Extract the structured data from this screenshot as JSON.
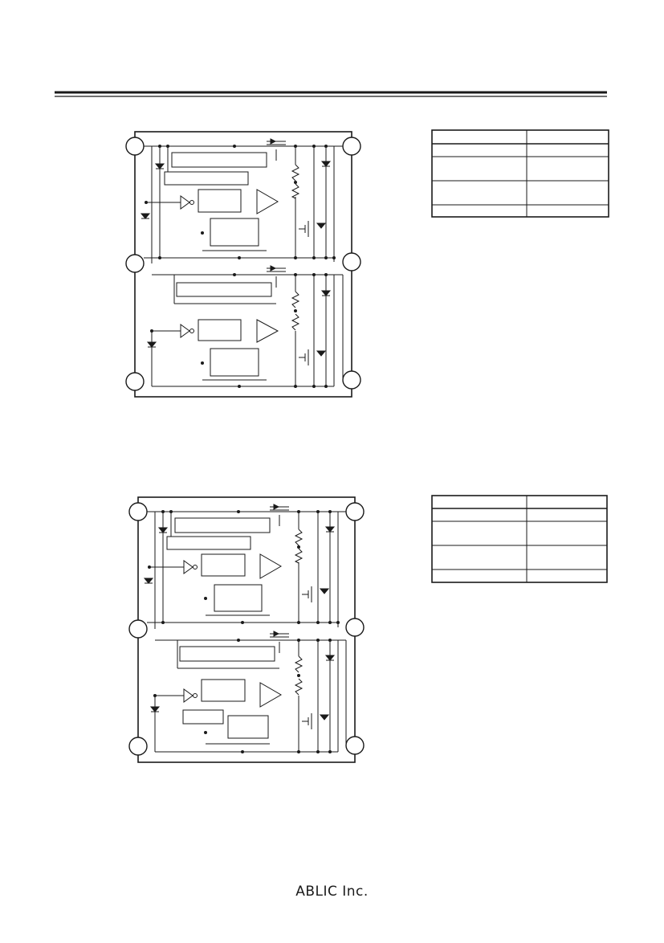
{
  "footer": {
    "company": "ABLIC Inc."
  },
  "diagrams": [
    {
      "name": "block-diagram-1",
      "pin_tables": {
        "rows": 4
      },
      "pins": [
        {
          "label": ""
        },
        {
          "label": ""
        },
        {
          "label": ""
        },
        {
          "label": ""
        },
        {
          "label": ""
        },
        {
          "label": ""
        }
      ]
    },
    {
      "name": "block-diagram-2",
      "pin_tables": {
        "rows": 4
      },
      "pins": [
        {
          "label": ""
        },
        {
          "label": ""
        },
        {
          "label": ""
        },
        {
          "label": ""
        },
        {
          "label": ""
        },
        {
          "label": ""
        }
      ]
    }
  ]
}
